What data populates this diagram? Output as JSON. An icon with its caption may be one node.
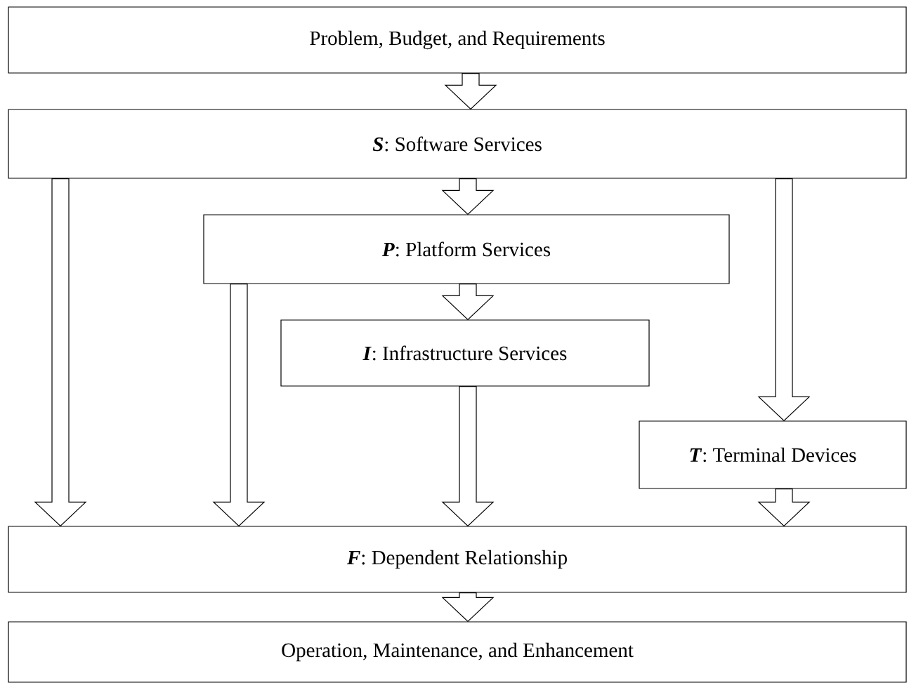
{
  "diagram": {
    "nodes": [
      {
        "text": [
          "Problem, Budget, and Requirements"
        ]
      },
      {
        "text": [
          "*S*:  Software Services"
        ]
      },
      {
        "text": [
          "*P*:  Platform Services"
        ]
      },
      {
        "text": [
          "*I*:  Infrastructure Services"
        ]
      },
      {
        "text": [
          "*T*:  Terminal Devices"
        ]
      },
      {
        "text": [
          "*F*: Dependent Relationship"
        ]
      },
      {
        "text": [
          "Operation, Maintenance, and Enhancement"
        ]
      }
    ],
    "edges": [
      {
        "from": 0,
        "to": 1,
        "arrow": "to"
      },
      {
        "from": 1,
        "to": 2,
        "arrow": "to"
      },
      {
        "from": 2,
        "to": 3,
        "arrow": "to"
      },
      {
        "from": 1,
        "to": 5,
        "arrow": "to"
      },
      {
        "from": 2,
        "to": 5,
        "arrow": "to"
      },
      {
        "from": 3,
        "to": 5,
        "arrow": "to"
      },
      {
        "from": 1,
        "to": 4,
        "arrow": "to"
      },
      {
        "from": 4,
        "to": 5,
        "arrow": "to"
      },
      {
        "from": 5,
        "to": 6,
        "arrow": "to"
      }
    ]
  }
}
